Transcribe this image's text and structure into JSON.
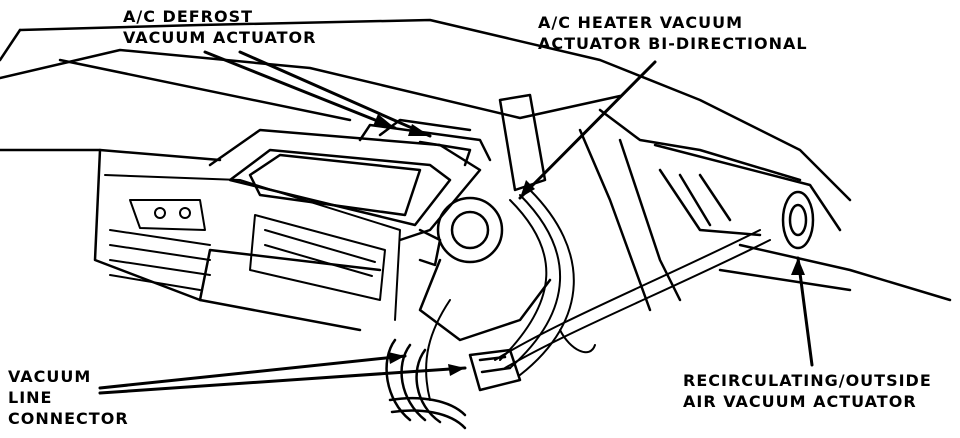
{
  "callouts": {
    "defrost": {
      "line1": "A/C DEFROST",
      "line2": "VACUUM ACTUATOR"
    },
    "heater": {
      "line1": "A/C HEATER VACUUM",
      "line2": "ACTUATOR  BI-DIRECTIONAL"
    },
    "vacuum_line": {
      "line1": "VACUUM",
      "line2": "LINE",
      "line3": "CONNECTOR"
    },
    "recirc": {
      "line1": "RECIRCULATING/OUTSIDE",
      "line2": "AIR VACUUM ACTUATOR"
    }
  },
  "colors": {
    "ink": "#000000",
    "paper": "#ffffff"
  }
}
